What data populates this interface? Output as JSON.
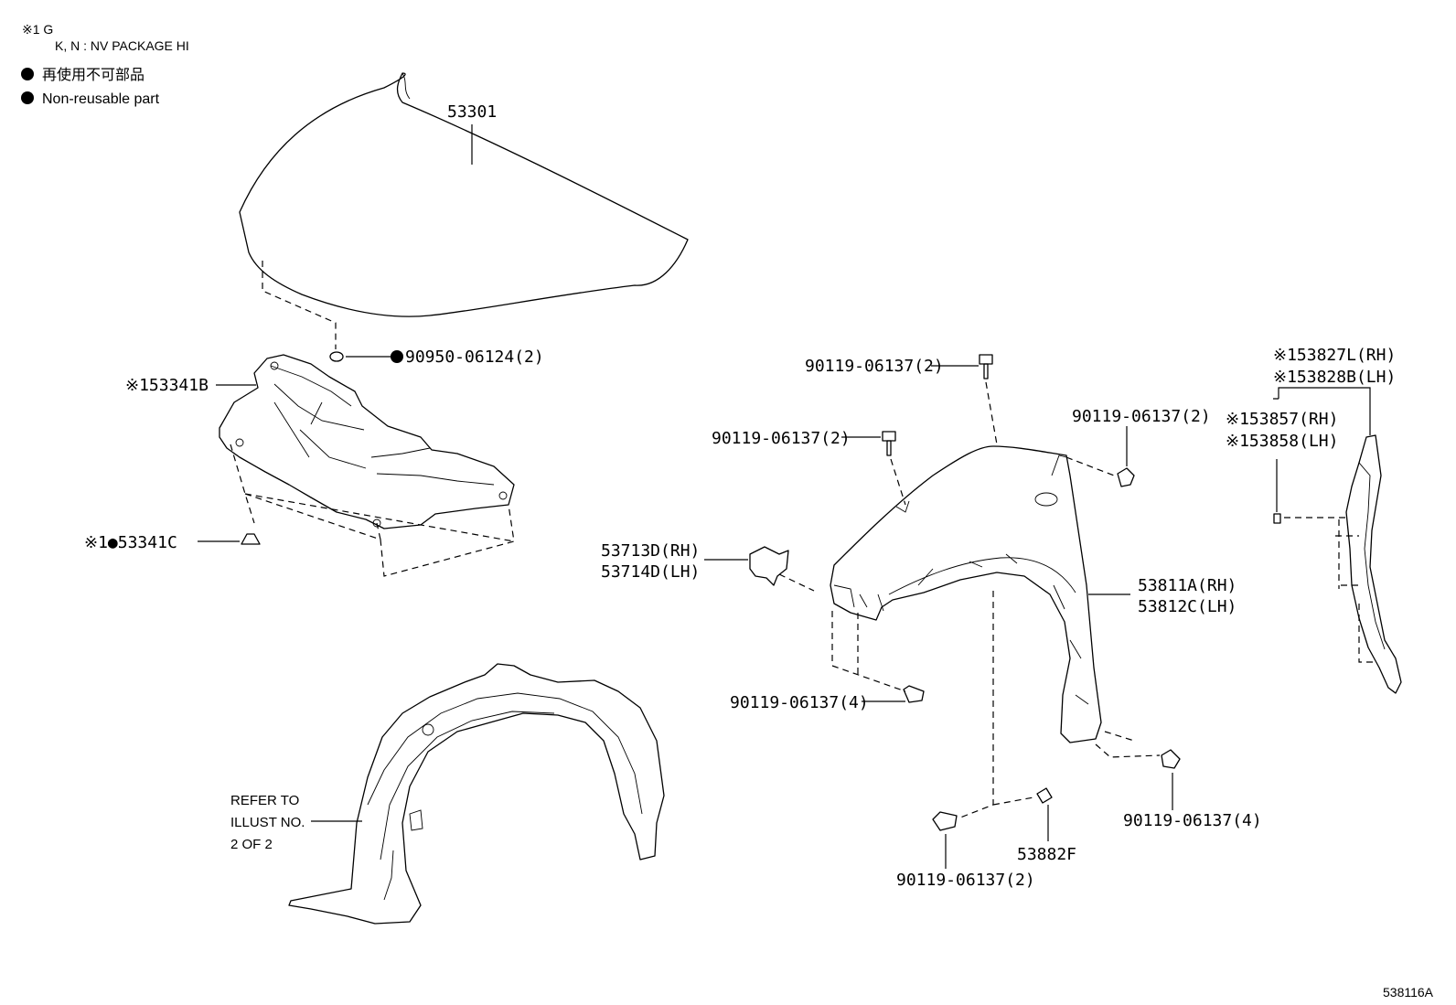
{
  "legend": {
    "note_mark": "※1 G",
    "note_text": "K, N : NV PACKAGE HI",
    "nonreusable_jp": "再使用不可部品",
    "nonreusable_en": "Non-reusable part"
  },
  "labels": {
    "hood": "53301",
    "hood_grommet": "90950-06124(2)",
    "hood_insulator": "※153341B",
    "insulator_clip": "※1●53341C",
    "fender_top_bolt": "90119-06137(2)",
    "fender_left_bolt": "90119-06137(2)",
    "fender_right_bolt": "90119-06137(2)",
    "bracket_rh": "53713D(RH)",
    "bracket_lh": "53714D(LH)",
    "bracket_bolt": "90119-06137(4)",
    "fender_rh": "53811A(RH)",
    "fender_lh": "53812C(LH)",
    "fender_bottom_bolt": "90119-06137(4)",
    "fender_lower_bolt": "90119-06137(2)",
    "fender_seal": "53882F",
    "seal_top_rh": "※153827L(RH)",
    "seal_top_lh": "※153828B(LH)",
    "seal_side_rh": "※153857(RH)",
    "seal_side_lh": "※153858(LH)",
    "refer_line1": "REFER TO",
    "refer_line2": "ILLUST NO.",
    "refer_line3": "2 OF 2",
    "illustration_id": "538116A"
  }
}
